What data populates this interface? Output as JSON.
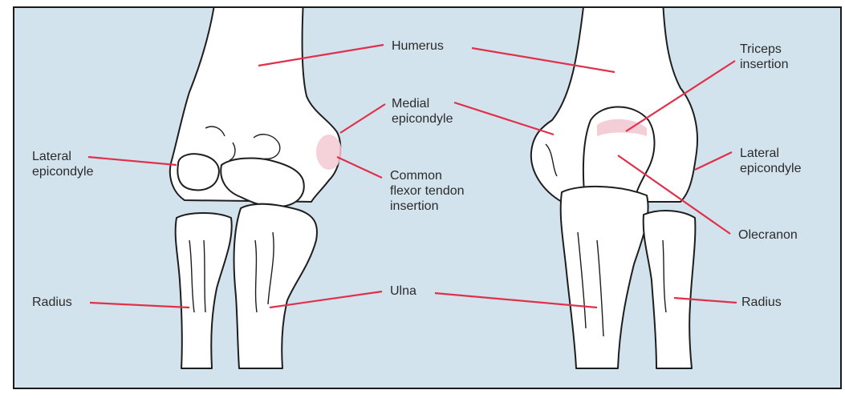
{
  "labels": {
    "humerus": "Humerus",
    "medial_epicondyle": "Medial\nepicondyle",
    "lateral_epicondyle_left": "Lateral\nepicondyle",
    "common_flexor": "Common\nflexor tendon\ninsertion",
    "radius_left": "Radius",
    "ulna": "Ulna",
    "triceps": "Triceps\ninsertion",
    "lateral_epicondyle_right": "Lateral\nepicondyle",
    "olecranon": "Olecranon",
    "radius_right": "Radius"
  },
  "colors": {
    "background": "#d3e3ee",
    "bone": "#ffffff",
    "outline": "#1e1e1e",
    "leader_line": "#e0304a",
    "highlight": "#f3c9d2"
  }
}
